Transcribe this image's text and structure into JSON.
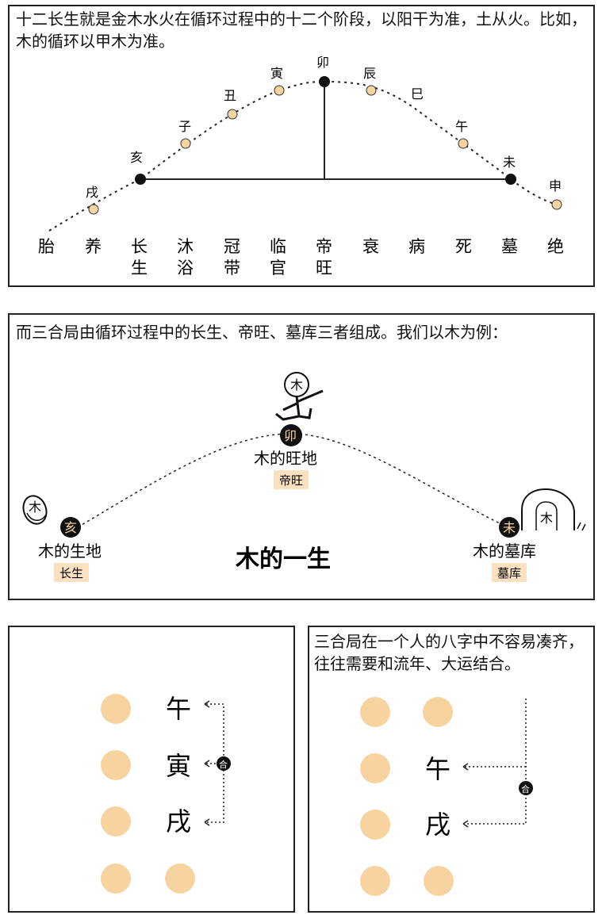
{
  "panel1": {
    "text": "十二长生就是金木水火在循环过程中的十二个阶段，以阳干为准，土从火。比如，木的循环以甲木为准。",
    "branches": [
      "戌",
      "亥",
      "子",
      "丑",
      "寅",
      "卯",
      "辰",
      "巳",
      "午",
      "未",
      "申"
    ],
    "stages": [
      {
        "top": "胎",
        "bottom": ""
      },
      {
        "top": "养",
        "bottom": ""
      },
      {
        "top": "长",
        "bottom": "生"
      },
      {
        "top": "沐",
        "bottom": "浴"
      },
      {
        "top": "冠",
        "bottom": "带"
      },
      {
        "top": "临",
        "bottom": "官"
      },
      {
        "top": "帝",
        "bottom": "旺"
      },
      {
        "top": "衰",
        "bottom": ""
      },
      {
        "top": "病",
        "bottom": ""
      },
      {
        "top": "死",
        "bottom": ""
      },
      {
        "top": "墓",
        "bottom": ""
      },
      {
        "top": "绝",
        "bottom": ""
      }
    ]
  },
  "panel2": {
    "text": "而三合局由循环过程中的长生、帝旺、墓库三者组成。我们以木为例：",
    "title": "木的一生",
    "peak": {
      "branch": "卯",
      "label": "木的旺地",
      "tag": "帝旺",
      "icon_char": "木"
    },
    "left": {
      "branch": "亥",
      "label": "木的生地",
      "tag": "长生",
      "icon_char": "木"
    },
    "right": {
      "branch": "未",
      "label": "木的墓库",
      "tag": "墓库",
      "icon_char": "木"
    }
  },
  "panel3": {
    "chars": [
      "午",
      "寅",
      "戌"
    ],
    "combine": "合"
  },
  "panel4": {
    "text": "三合局在一个人的八字中不容易凑齐，往往需要和流年、大运结合。",
    "chars": [
      "午",
      "戌"
    ],
    "combine": "合"
  },
  "colors": {
    "accent": "#f7d3a0",
    "tag": "#fbe1bf",
    "node": "#111111",
    "line": "#222222"
  }
}
